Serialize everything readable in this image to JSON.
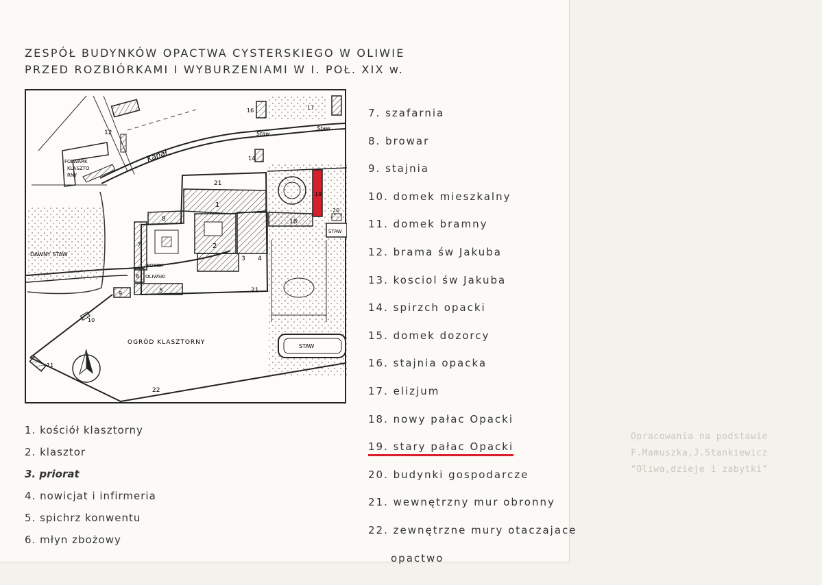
{
  "title": {
    "line1": "ZESPÓŁ BUDYNKÓW OPACTWA CYSTERSKIEGO W OLIWIE",
    "line2": "PRZED ROZBIÓRKAMI I WYBURZENIAMI W I. POŁ. XIX w."
  },
  "map_labels": {
    "folwark": [
      "FOLWARK",
      "KLASZTO",
      "RNY"
    ],
    "kanal": "Kanał",
    "dawny_staw": "DAWNY STAW",
    "potok": [
      "POTOK",
      "OLIWSKI"
    ],
    "ogrod": "OGRÓD KLASZTORNY",
    "staw_top": "Staw",
    "staw_top2": "Staw",
    "staw_right": "STAW",
    "staw_bottom": "STAW",
    "numbers": {
      "n1": "1",
      "n2": "2",
      "n3": "3",
      "n4": "4",
      "n5": "5",
      "n6": "6",
      "n7": "7",
      "n8": "8",
      "n9": "9",
      "n10": "10",
      "n11": "11",
      "n12": "12",
      "n14": "14",
      "n16": "16",
      "n17": "17",
      "n18": "18",
      "n19": "19",
      "n20": "20",
      "n21a": "21",
      "n21b": "21",
      "n22": "22"
    }
  },
  "legend_left": [
    "1. kościół klasztorny",
    "2. klasztor",
    "3. priorat",
    "4. nowicjat i infirmeria",
    "5. spichrz konwentu",
    "6. młyn zbożowy"
  ],
  "legend_right": [
    "7. szafarnia",
    "8. browar",
    "9. stajnia",
    "10. domek mieszkalny",
    "11. domek bramny",
    "12. brama św Jakuba",
    "13. kosciol św Jakuba",
    "14. spirzch opacki",
    "15. domek dozorcy",
    "16. stajnia opacka",
    "17. elizjum",
    "18. nowy pałac Opacki",
    "19. stary pałac Opacki",
    "20. budynki gospodarcze",
    "21. wewnętrzny mur obronny",
    "22. zewnętrzne mury otaczajace",
    "opactwo"
  ],
  "source": {
    "line1": "Opracowania na podstawie",
    "line2": "F.Mamuszka,J.Stankiewicz",
    "line3": "\"Oliwa,dzieje i zabytki\""
  },
  "colors": {
    "highlight": "#d8202c",
    "ink": "#2a2a2a"
  }
}
